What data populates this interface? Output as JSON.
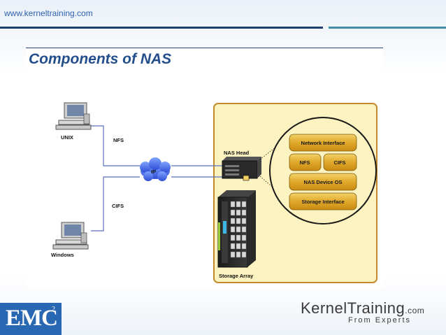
{
  "header": {
    "site_url": "www.kerneltraining.com"
  },
  "slide": {
    "title": "Components of NAS"
  },
  "diagram": {
    "hosts": [
      {
        "label": "UNIX"
      },
      {
        "label": "Windows"
      }
    ],
    "protocols": [
      {
        "label": "NFS"
      },
      {
        "label": "CIFS"
      }
    ],
    "network": {
      "label": "IP"
    },
    "nas_head": {
      "label": "NAS Head"
    },
    "storage_array": {
      "label": "Storage Array"
    },
    "components": [
      {
        "label": "Network Interface"
      },
      {
        "label": "NFS"
      },
      {
        "label": "CIFS"
      },
      {
        "label": "NAS Device OS"
      },
      {
        "label": "Storage Interface"
      }
    ],
    "colors": {
      "yellow_box": "#fdf3c0",
      "yellow_border": "#c28a2a",
      "component_fill": "#d7a020",
      "link_line": "#5b6fc0"
    }
  },
  "footer": {
    "brand_logo": "EMC",
    "brand_sup": "2",
    "partner_logo": "KernelTraining",
    "partner_logo_suffix": ".com",
    "partner_tagline": "From Experts"
  }
}
